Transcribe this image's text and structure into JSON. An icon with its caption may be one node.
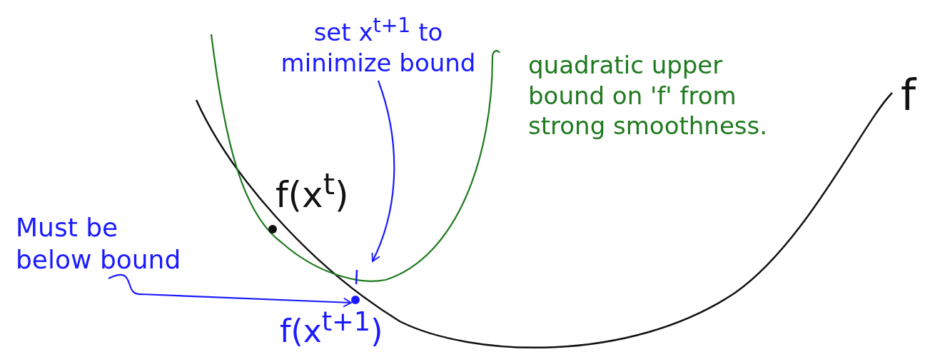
{
  "diagram": {
    "nodes": [
      {
        "text": [
          "set x$^{t+1}$ to minimize bound"
        ]
      },
      {
        "text": [
          "f(x$^{t}$)"
        ]
      },
      {
        "text": [
          "Must be below bound"
        ]
      },
      {
        "text": [
          "f(x$^{t+1}$)"
        ]
      },
      {
        "text": [
          "quadratic upper bound on 'f' from strong smoothness."
        ]
      },
      {
        "text": [
          "f"
        ]
      }
    ],
    "edges": [
      {
        "from": 0,
        "to": null,
        "arrow": "to"
      },
      {
        "from": 2,
        "to": 3,
        "arrow": "to"
      }
    ]
  }
}
